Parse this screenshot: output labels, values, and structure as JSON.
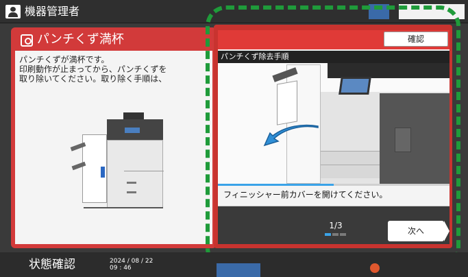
{
  "header": {
    "title": "機器管理者",
    "user_icon": "user-icon"
  },
  "left_dialog": {
    "title": "パンチくず満杯",
    "icon": "alert-icon",
    "desc_line1": "パンチくずが満杯です。",
    "desc_line2": "印刷動作が止まってから、パンチくずを",
    "desc_line3": "取り除いてください。取り除く手順は、"
  },
  "right_panel": {
    "confirm_label": "確認",
    "image_title": "パンチくず除去手順",
    "step_text": "フィニッシャー前カバーを開けてください。",
    "page_indicator": "1/3",
    "step_progress": 0.5,
    "next_label": "次へ"
  },
  "bottom_bar": {
    "status_label": "状態確認",
    "date": "2024 / 08 / 22",
    "time": "09 : 46"
  },
  "colors": {
    "alert_red": "#d23a3a",
    "progress_blue": "#3aa3e8",
    "dashed_green": "#1f9b3a"
  }
}
